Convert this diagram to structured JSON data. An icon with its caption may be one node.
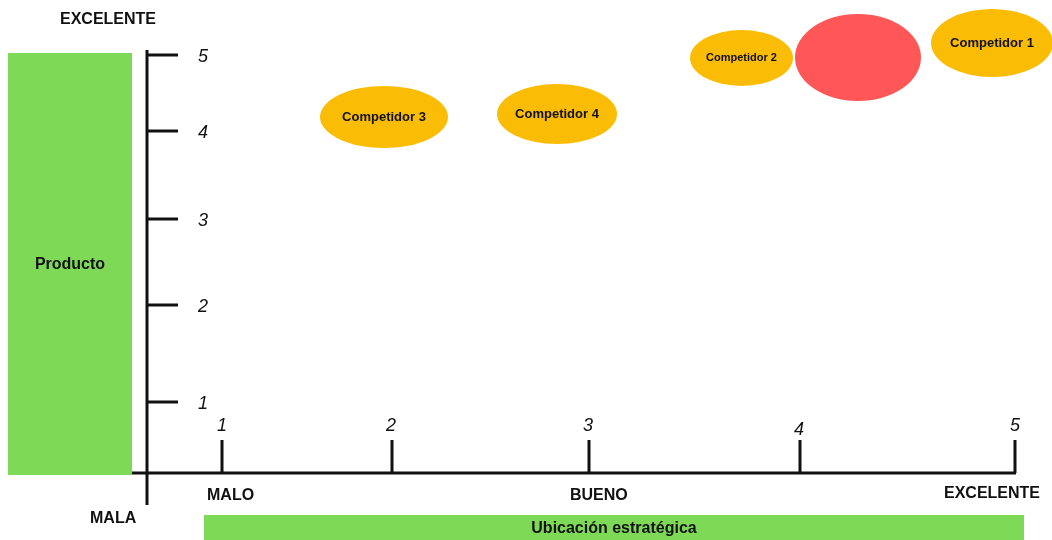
{
  "diagram": {
    "nodes": [
      {
        "text": [
          "Producto"
        ]
      },
      {
        "text": [
          "Ubicación estratégica"
        ]
      },
      {
        "text": [
          "Competidor 3"
        ]
      },
      {
        "text": [
          "Competidor 4"
        ]
      },
      {
        "text": [
          "Competidor 2"
        ]
      },
      {
        "text": [],
        "shape": "circle"
      },
      {
        "text": [
          "Competidor 1"
        ]
      }
    ],
    "labels": [
      "EXCELENTE",
      "5",
      "4",
      "3",
      "2",
      "1",
      "MALA",
      "1",
      "2",
      "3",
      "4",
      "5",
      "MALO",
      "BUENO",
      "EXCELENTE"
    ]
  }
}
